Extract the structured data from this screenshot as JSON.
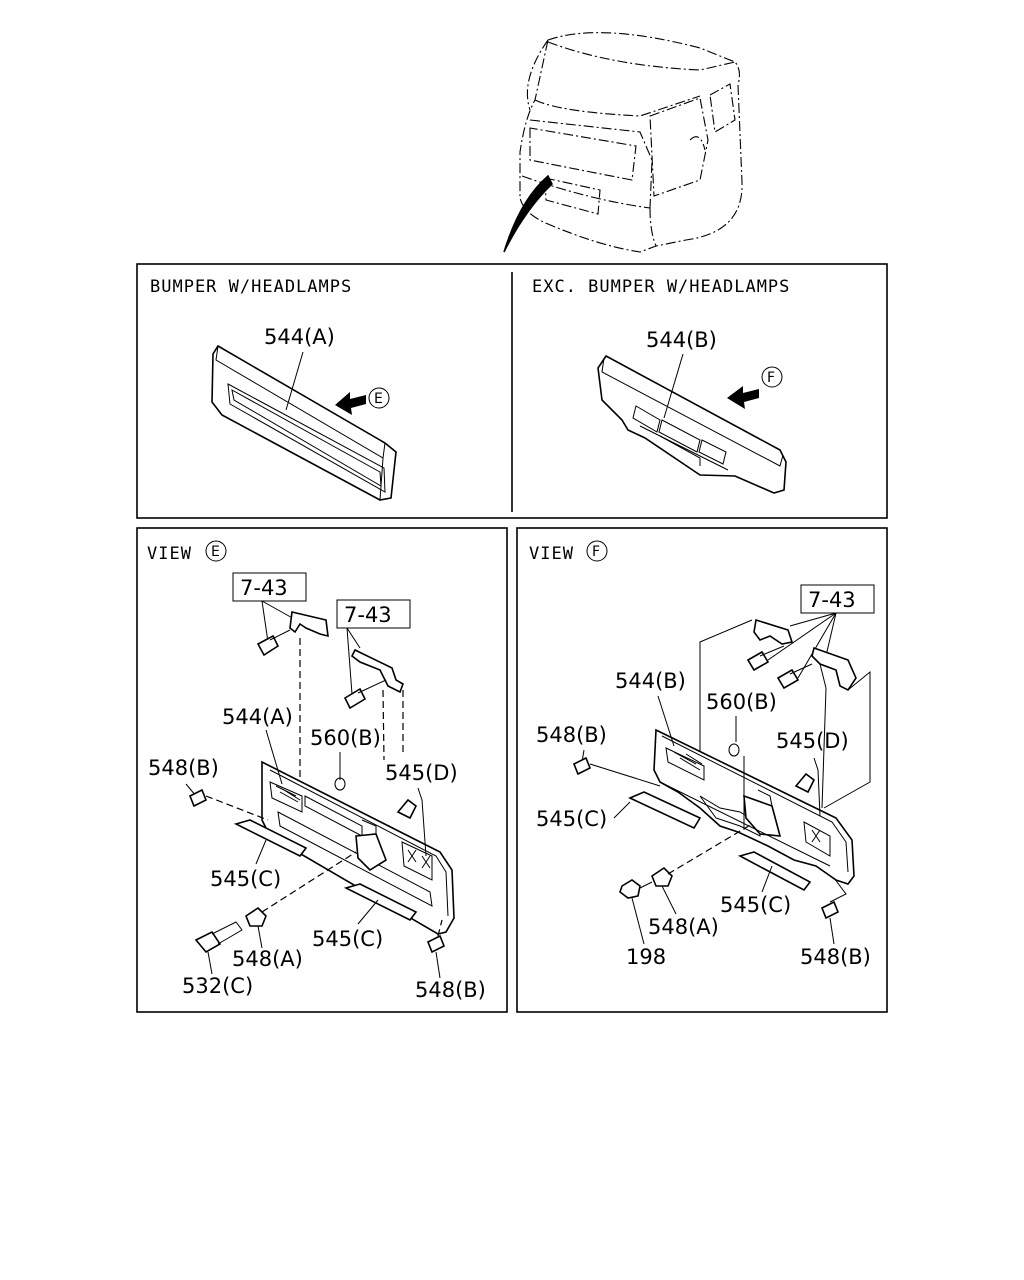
{
  "panels": {
    "top_left_heading": "BUMPER W/HEADLAMPS",
    "top_right_heading": "EXC. BUMPER W/HEADLAMPS",
    "view_e_heading": "VIEW",
    "view_e_letter": "E",
    "view_f_heading": "VIEW",
    "view_f_letter": "F"
  },
  "callouts": {
    "top_left": {
      "part": "544(A)",
      "arrow_letter": "E"
    },
    "top_right": {
      "part": "544(B)",
      "arrow_letter": "F"
    },
    "view_e": {
      "ref_1": "7-43",
      "ref_2": "7-43",
      "grille": "544(A)",
      "clip_560": "560(B)",
      "bracket_545d": "545(D)",
      "screw_548b_left": "548(B)",
      "strip_545c_upper": "545(C)",
      "strip_545c_lower": "545(C)",
      "clip_548a": "548(A)",
      "bolt_532c": "532(C)",
      "screw_548b_right": "548(B)"
    },
    "view_f": {
      "ref": "7-43",
      "grille": "544(B)",
      "clip_560": "560(B)",
      "screw_548b_left": "548(B)",
      "bracket_545d": "545(D)",
      "strip_545c_left": "545(C)",
      "strip_545c_right": "545(C)",
      "clip_548a": "548(A)",
      "nut_198": "198",
      "screw_548b_right": "548(B)"
    }
  }
}
